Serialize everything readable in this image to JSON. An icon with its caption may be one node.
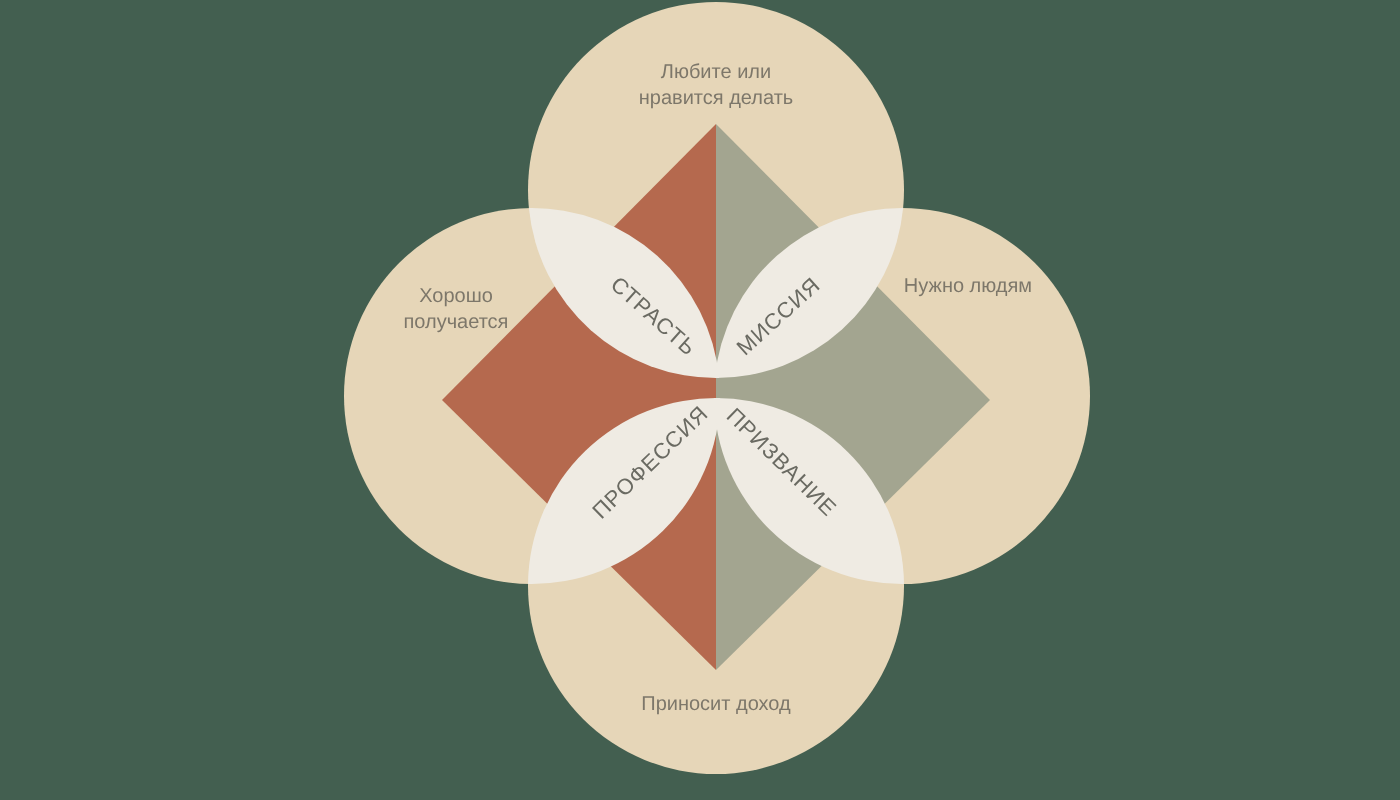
{
  "diagram": {
    "nodes": [
      {
        "text": [
          "Любите или нравится делать"
        ]
      },
      {
        "text": [
          "Хорошо получается"
        ]
      },
      {
        "text": [
          "Нужно людям"
        ]
      },
      {
        "text": [
          "Приносит доход"
        ]
      },
      {
        "text": [
          "СТРАСТЬ"
        ]
      },
      {
        "text": [
          "МИССИЯ"
        ]
      },
      {
        "text": [
          "ПРОФЕССИЯ"
        ]
      },
      {
        "text": [
          "ПРИЗВАНИЕ"
        ]
      }
    ]
  }
}
